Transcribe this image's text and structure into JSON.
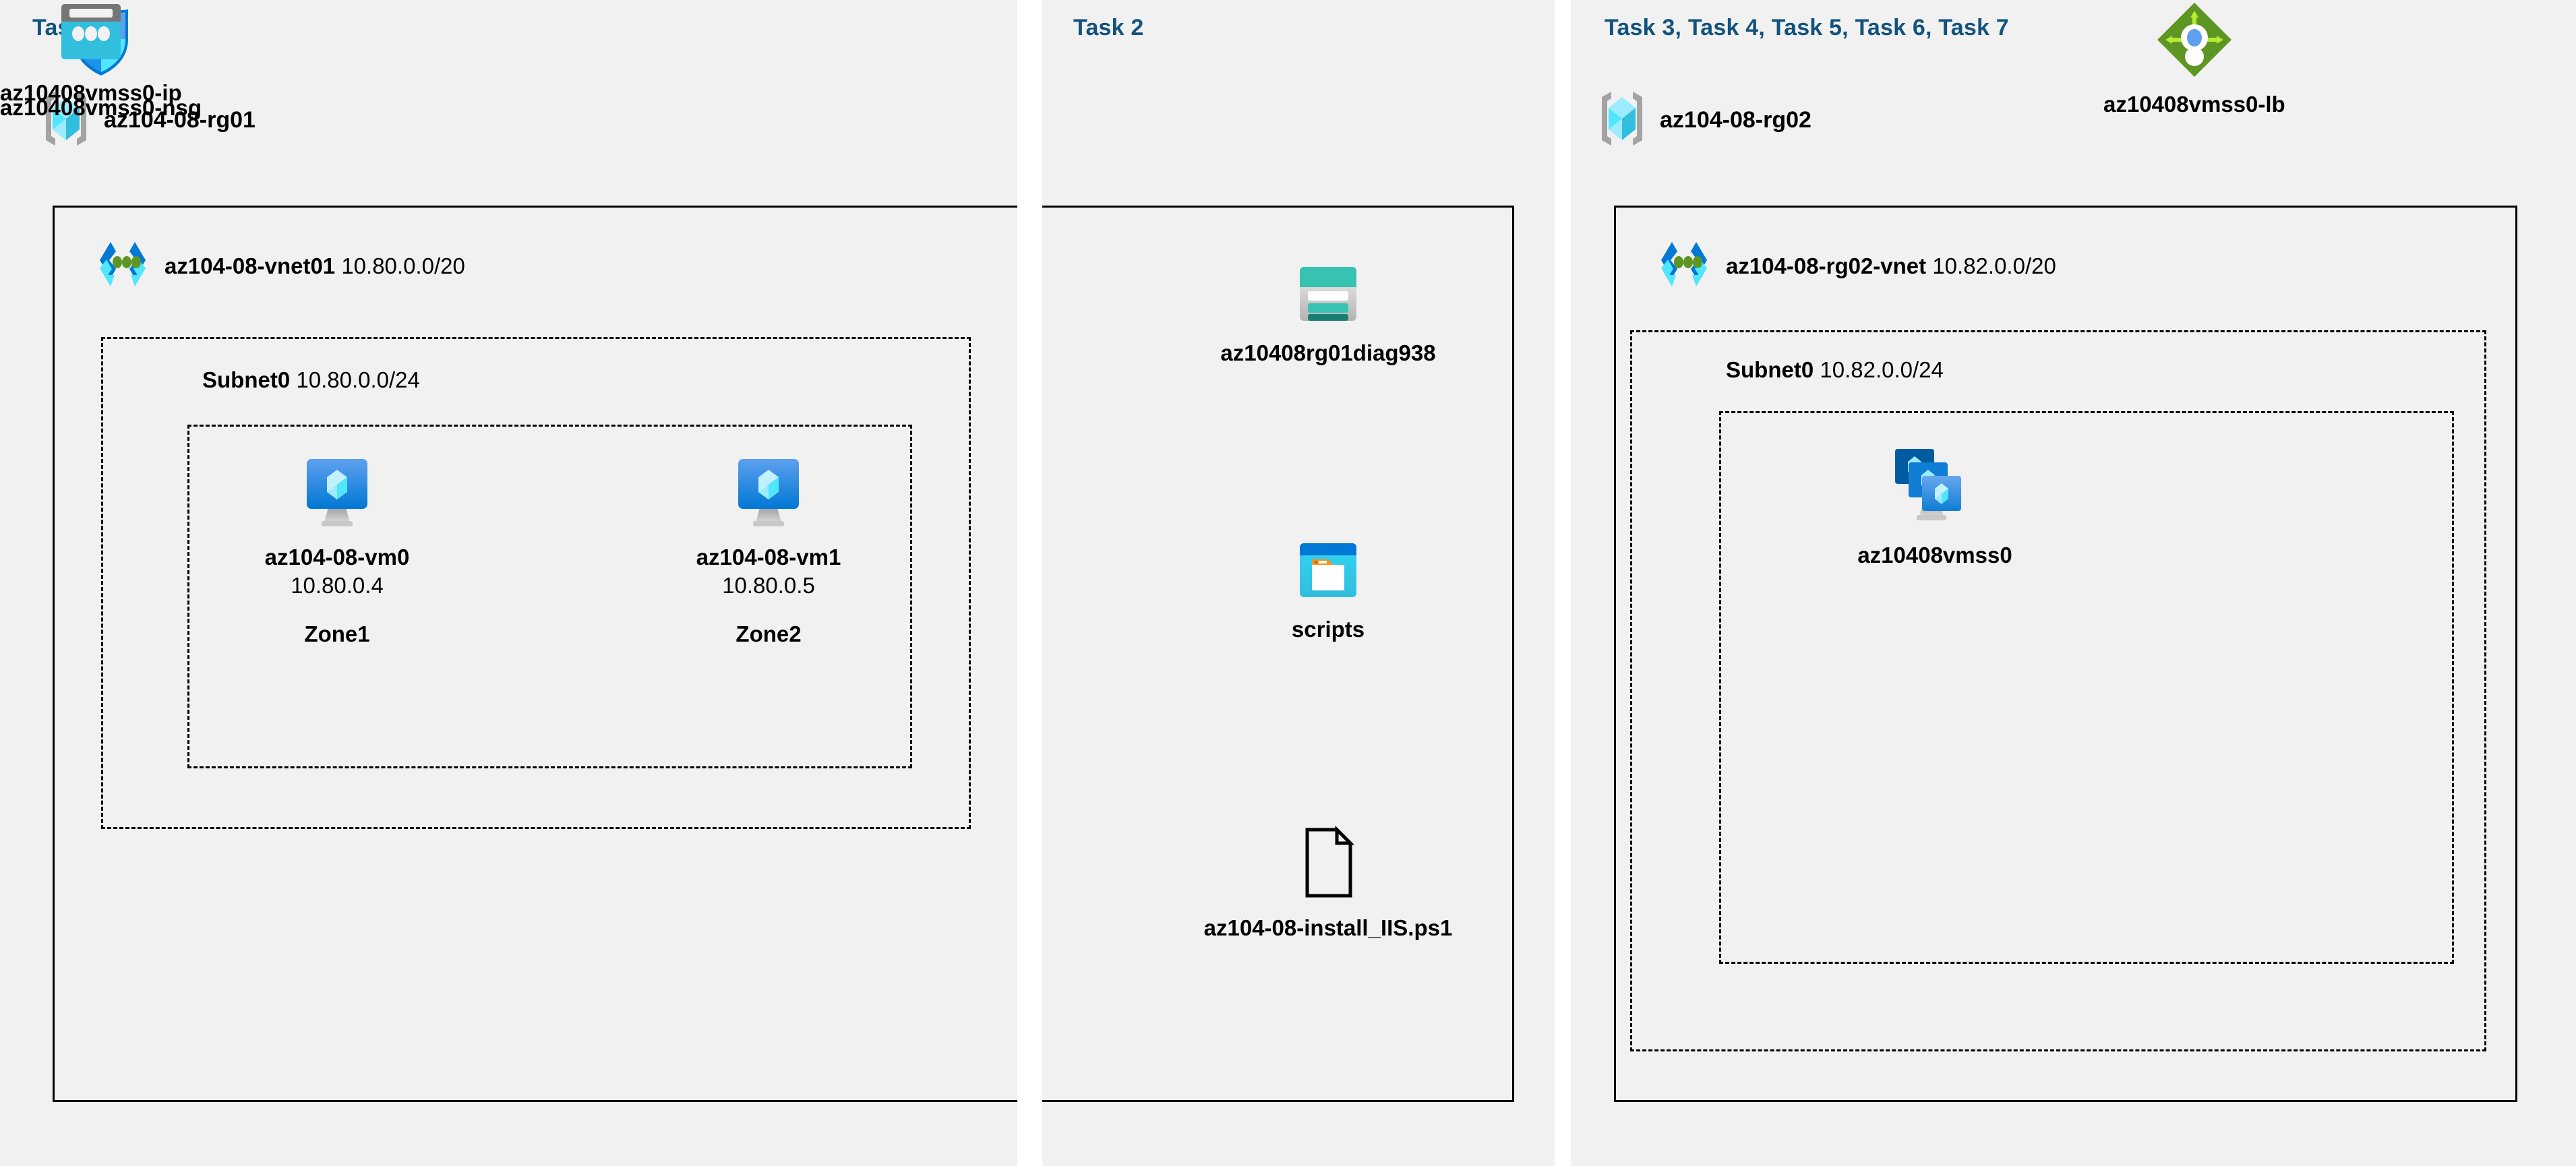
{
  "panels": [
    {
      "id": "task1",
      "title": "Task 1"
    },
    {
      "id": "task2",
      "title": "Task 2"
    },
    {
      "id": "task3",
      "title": "Task 3, Task 4, Task 5, Task 6, Task 7"
    }
  ],
  "task1": {
    "title": "Task 1",
    "resource_group": {
      "name": "az104-08-rg01",
      "icon": "resource-group-icon"
    },
    "vnet": {
      "name": "az104-08-vnet01",
      "cidr": "10.80.0.0/20",
      "icon": "virtual-network-icon"
    },
    "subnet": {
      "name": "Subnet0",
      "cidr": "10.80.0.0/24"
    },
    "vms": [
      {
        "name": "az104-08-vm0",
        "ip": "10.80.0.4",
        "zone": "Zone1",
        "icon": "virtual-machine-icon"
      },
      {
        "name": "az104-08-vm1",
        "ip": "10.80.0.5",
        "zone": "Zone2",
        "icon": "virtual-machine-icon"
      }
    ]
  },
  "task2": {
    "title": "Task 2",
    "storage_account": {
      "name": "az10408rg01diag938",
      "icon": "storage-account-icon"
    },
    "container": {
      "name": "scripts",
      "icon": "blob-container-icon"
    },
    "file": {
      "name": "az104-08-install_IIS.ps1",
      "icon": "script-file-icon"
    }
  },
  "task3": {
    "title": "Task 3, Task 4, Task 5, Task 6, Task 7",
    "resource_group": {
      "name": "az104-08-rg02",
      "icon": "resource-group-icon"
    },
    "vnet": {
      "name": "az104-08-rg02-vnet",
      "cidr": "10.82.0.0/20",
      "icon": "virtual-network-icon"
    },
    "subnet": {
      "name": "Subnet0",
      "cidr": "10.82.0.0/24"
    },
    "resources": [
      {
        "name": "az10408vmss0",
        "icon": "vm-scale-set-icon"
      },
      {
        "name": "az10408vmss0-lb",
        "icon": "load-balancer-icon"
      },
      {
        "name": "az10408vmss0-nsg",
        "icon": "network-security-group-icon"
      },
      {
        "name": "az10408vmss0-ip",
        "icon": "public-ip-address-icon"
      }
    ]
  },
  "colors": {
    "task_heading": "#12537e",
    "panel_background": "#f1f1f1",
    "page_background": "#ffffff",
    "border": "#000000",
    "azure_blue": "#0078d4",
    "cyan": "#32bedd",
    "teal": "#2bb9ab",
    "green": "#7fba00",
    "gray": "#949494"
  }
}
